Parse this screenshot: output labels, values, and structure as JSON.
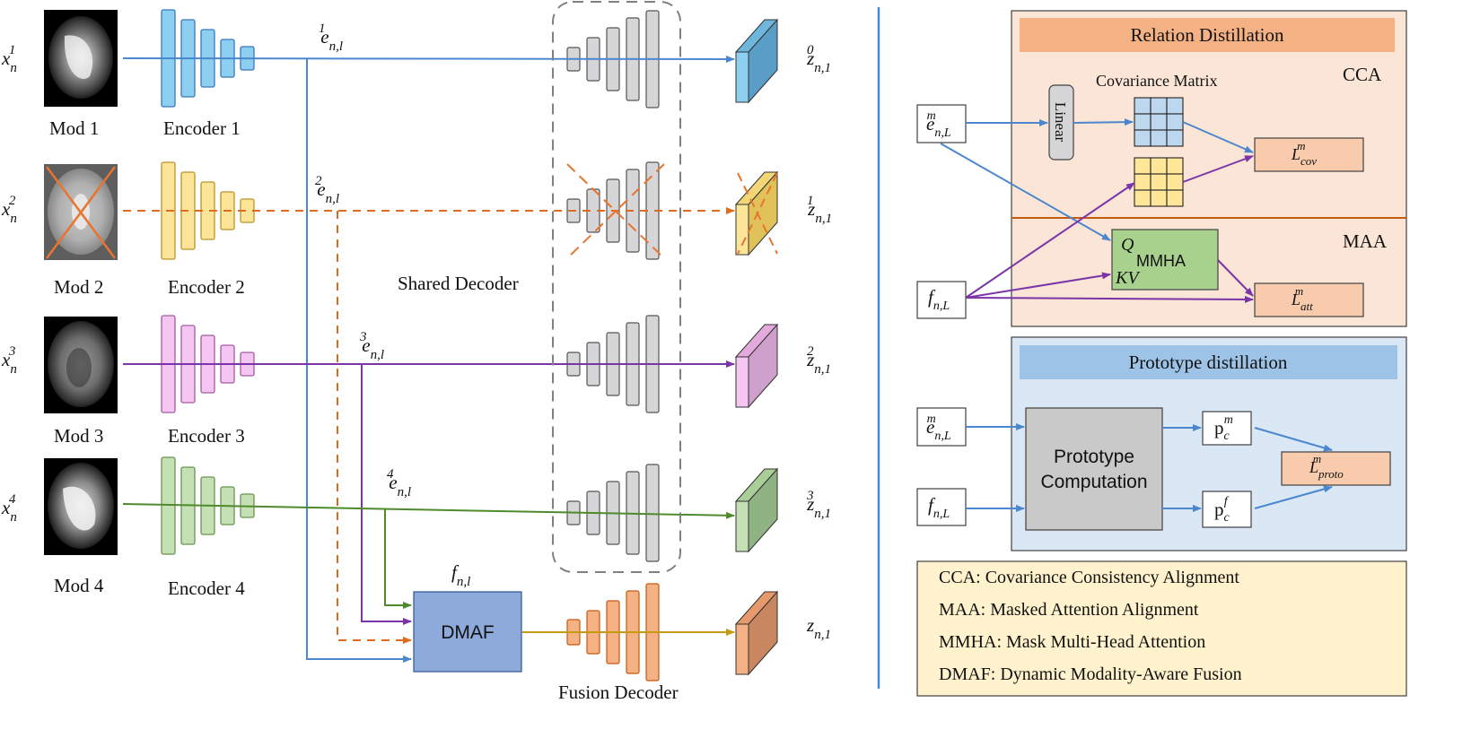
{
  "colors": {
    "mod1": "#8dcff0",
    "mod2": "#fce598",
    "mod3": "#f6c6f2",
    "mod4": "#c5e0b4",
    "line1": "#4b87cf",
    "line2": "#e06b1f",
    "line3": "#7b35a8",
    "line4": "#4f8a2c",
    "fusion_line": "#c49a10",
    "decoder_gray": "#d6d6d8",
    "fusion_orange": "#f4b183",
    "dmaf_blue": "#8eaadb",
    "relation_bg": "#fbe5d6",
    "relation_header": "#f4b183",
    "prototype_bg": "#dae8f6",
    "prototype_header": "#9dc3e6",
    "legend_bg": "#fff2cc",
    "mmha_green": "#a9d18e",
    "proto_gray": "#c9c9c9",
    "divider": "#4b87cf"
  },
  "modalities": [
    {
      "input": "x",
      "sup": "1",
      "label": "Mod 1",
      "encoder": "Encoder 1",
      "embed": "e",
      "embed_sup": "1",
      "output": "z",
      "out_sup": "0",
      "missing": false
    },
    {
      "input": "x",
      "sup": "2",
      "label": "Mod 2",
      "encoder": "Encoder 2",
      "embed": "e",
      "embed_sup": "2",
      "output": "z",
      "out_sup": "1",
      "missing": true
    },
    {
      "input": "x",
      "sup": "3",
      "label": "Mod 3",
      "encoder": "Encoder 3",
      "embed": "e",
      "embed_sup": "3",
      "output": "z",
      "out_sup": "2",
      "missing": false
    },
    {
      "input": "x",
      "sup": "4",
      "label": "Mod 4",
      "encoder": "Encoder 4",
      "embed": "e",
      "embed_sup": "4",
      "output": "z",
      "out_sup": "3",
      "missing": false
    }
  ],
  "sub_n": "n",
  "sub_nl": "n,l",
  "sub_n1": "n,1",
  "sub_nL": "n,L",
  "shared_decoder": "Shared Decoder",
  "fusion_decoder": "Fusion Decoder",
  "fusion_feature": {
    "base": "f",
    "sub": "n,l"
  },
  "fusion_output": {
    "base": "z",
    "sub": "n,1"
  },
  "dmaf": "DMAF",
  "relation": {
    "title": "Relation Distillation",
    "cca": "CCA",
    "maa": "MAA",
    "covariance": "Covariance Matrix",
    "linear": "Linear",
    "q": "Q",
    "mmha": "MMHA",
    "kv": "KV",
    "e_base": "e",
    "e_sup": "m",
    "f_base": "f",
    "lcov_base": "L",
    "lcov_sup": "m",
    "lcov_sub": "cov",
    "latt_base": "L",
    "latt_sup": "m",
    "latt_sub": "att"
  },
  "prototype": {
    "title": "Prototype distillation",
    "computation_line1": "Prototype",
    "computation_line2": "Computation",
    "e_base": "e",
    "e_sup": "m",
    "f_base": "f",
    "pm_base": "p",
    "pm_sup": "m",
    "pm_sub": "c",
    "pf_base": "p",
    "pf_sup": "f",
    "pf_sub": "c",
    "lproto_base": "L",
    "lproto_sup": "m",
    "lproto_sub": "proto"
  },
  "legend": [
    {
      "abbr": "CCA:",
      "text": "Covariance Consistency Alignment"
    },
    {
      "abbr": "MAA:",
      "text": "Masked  Attention Alignment"
    },
    {
      "abbr": "MMHA:",
      "text": "Mask Multi-Head Attention"
    },
    {
      "abbr": "DMAF:",
      "text": "Dynamic Modality-Aware Fusion"
    }
  ]
}
